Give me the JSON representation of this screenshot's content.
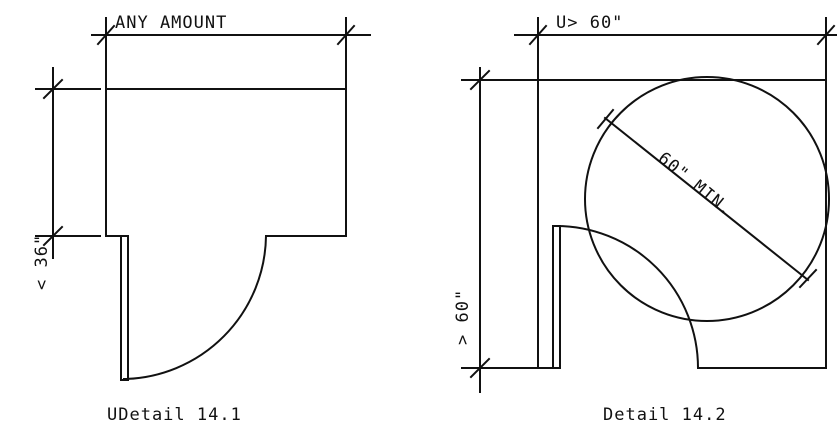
{
  "detail_1": {
    "width_label": "ANY AMOUNT",
    "depth_label": "< 36\"",
    "caption": "UDetail  14.1"
  },
  "detail_2": {
    "width_label": "U> 60\"",
    "depth_label": "> 60\"",
    "diameter_label": "60\" MIN.",
    "caption": "Detail  14.2"
  }
}
